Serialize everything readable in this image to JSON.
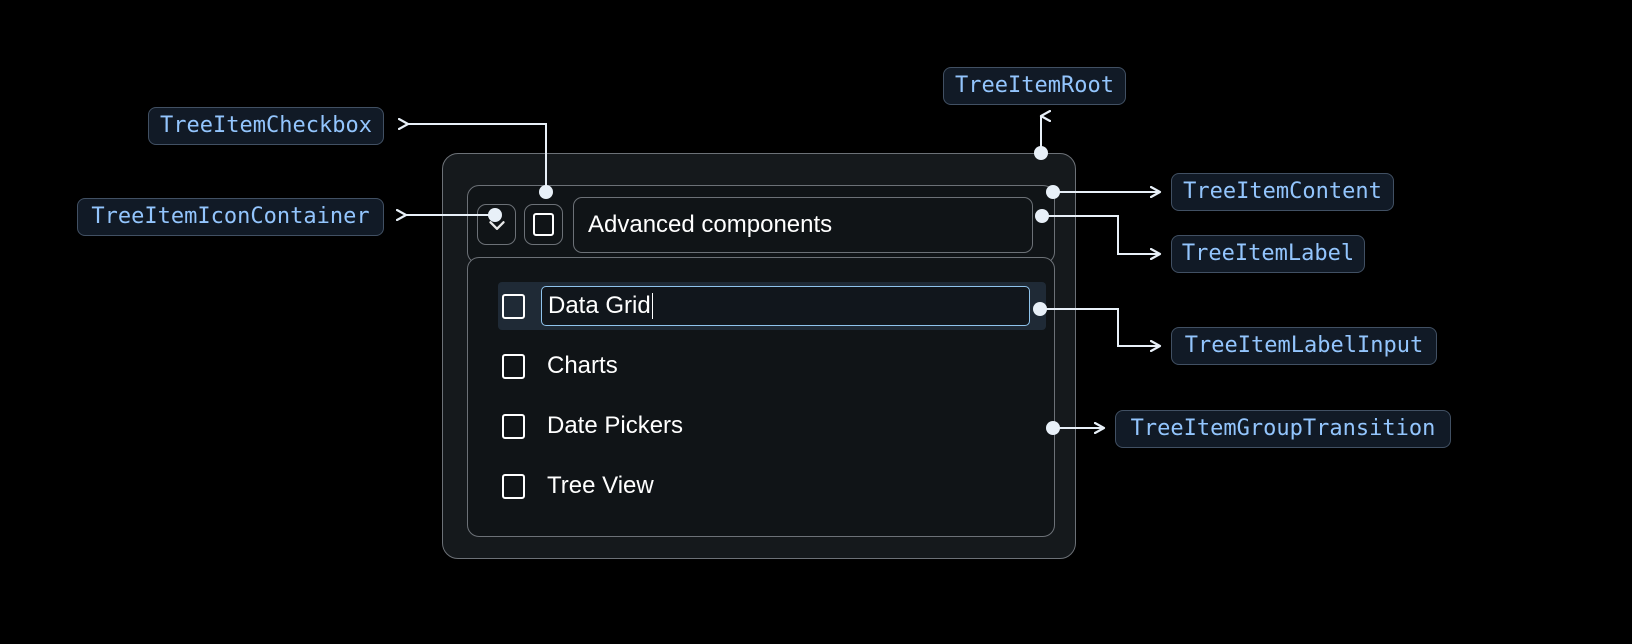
{
  "theme": {
    "page_background": "#000000",
    "chip_text_color": "#93c5fd",
    "chip_background": "#111a26",
    "chip_border": "#415063",
    "widget_background": "#15191c",
    "widget_border": "#6c7177",
    "selected_row_background": "#1f2a36",
    "input_focus_border": "#8fc3ec",
    "text_color": "#ffffff",
    "connector_color": "#e8f0f8"
  },
  "annotations": [
    {
      "id": "tree-item-checkbox",
      "label": "TreeItemCheckbox"
    },
    {
      "id": "tree-item-icon-container",
      "label": "TreeItemIconContainer"
    },
    {
      "id": "tree-item-root",
      "label": "TreeItemRoot"
    },
    {
      "id": "tree-item-content",
      "label": "TreeItemContent"
    },
    {
      "id": "tree-item-label",
      "label": "TreeItemLabel"
    },
    {
      "id": "tree-item-label-input",
      "label": "TreeItemLabelInput"
    },
    {
      "id": "tree-item-group-transition",
      "label": "TreeItemGroupTransition"
    }
  ],
  "widget": {
    "expand_icon": "chevron-down-icon",
    "root_checkbox": {
      "icon": "checkbox-icon",
      "checked": false
    },
    "root_label": "Advanced components",
    "children": [
      {
        "label": "Data Grid",
        "checked": false,
        "editing": true,
        "selected": true
      },
      {
        "label": "Charts",
        "checked": false,
        "editing": false,
        "selected": false
      },
      {
        "label": "Date Pickers",
        "checked": false,
        "editing": false,
        "selected": false
      },
      {
        "label": "Tree View",
        "checked": false,
        "editing": false,
        "selected": false
      }
    ],
    "editing_input": {
      "value": "Data Grid",
      "placeholder": "Label"
    }
  }
}
